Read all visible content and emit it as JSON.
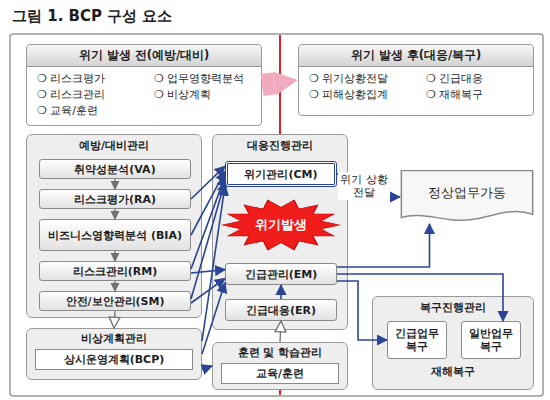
{
  "diagram": {
    "title": "그림 1. BCP 구성 요소",
    "nodes": [
      {
        "text": [
          "위기 발생 전(예방/대비)",
          "❍ 리스크평가",
          "❍ 업무영향력분석",
          "❍ 리스크관리",
          "❍ 비상계획",
          "❍ 교육/훈련"
        ]
      },
      {
        "text": [
          "위기 발생 후(대응/복구)",
          "❍ 위기상황전달",
          "❍ 긴급대응",
          "❍ 피해상황집계",
          "❍ 재해복구"
        ]
      },
      {
        "text": [
          "예방/대비관리"
        ]
      },
      {
        "text": [
          "취약성분석(VA)"
        ],
        "in": 2
      },
      {
        "text": [
          "리스크평가(RA)"
        ],
        "in": 2
      },
      {
        "text": [
          "비즈니스영향력분석 (BIA)"
        ],
        "in": 2
      },
      {
        "text": [
          "리스크관리(RM)"
        ],
        "in": 2
      },
      {
        "text": [
          "안전/보안관리(SM)"
        ],
        "in": 2
      },
      {
        "text": [
          "비상계획관리",
          "상시운영계획(BCP)"
        ]
      },
      {
        "text": [
          "대응진행관리"
        ]
      },
      {
        "text": [
          "위기관리(CM)"
        ],
        "in": 9
      },
      {
        "text": [
          "위기발생"
        ],
        "in": 9
      },
      {
        "text": [
          "긴급관리(EM)"
        ],
        "in": 9
      },
      {
        "text": [
          "긴급대응(ER)"
        ],
        "in": 9
      },
      {
        "text": [
          "훈련 및 학습관리",
          "교육/훈련"
        ]
      },
      {
        "text": [
          "정상업무가동"
        ]
      },
      {
        "text": [
          "복구진행관리",
          "재해복구"
        ]
      },
      {
        "text": [
          "긴급업무복구"
        ],
        "in": 16
      },
      {
        "text": [
          "일반업무복구"
        ],
        "in": 16
      }
    ],
    "edges": [
      {
        "from": 0,
        "to": 1,
        "arrow": "to"
      },
      {
        "from": 3,
        "to": 4,
        "arrow": "to"
      },
      {
        "from": 4,
        "to": 5,
        "arrow": "to"
      },
      {
        "from": 5,
        "to": 6,
        "arrow": "to"
      },
      {
        "from": 6,
        "to": 7,
        "arrow": "to"
      },
      {
        "from": 7,
        "to": 8,
        "arrow": "to"
      },
      {
        "from": 4,
        "to": 10,
        "arrow": "to"
      },
      {
        "from": 5,
        "to": 10,
        "arrow": "to"
      },
      {
        "from": 6,
        "to": 10,
        "arrow": "to"
      },
      {
        "from": 7,
        "to": 10,
        "arrow": "to"
      },
      {
        "from": 6,
        "to": 12,
        "arrow": "to"
      },
      {
        "from": 7,
        "to": 12,
        "arrow": "to"
      },
      {
        "from": 8,
        "to": 10,
        "arrow": "to"
      },
      {
        "from": 8,
        "to": 12,
        "arrow": "to"
      },
      {
        "from": 8,
        "to": 14,
        "arrow": "to"
      },
      {
        "from": 14,
        "to": 13,
        "arrow": "to"
      },
      {
        "from": 13,
        "to": 12,
        "arrow": "to"
      },
      {
        "from": 10,
        "to": 15,
        "label": "위기 상황 전달",
        "arrow": "to"
      },
      {
        "from": 12,
        "to": 15,
        "arrow": "to"
      },
      {
        "from": 12,
        "to": 17,
        "arrow": "to"
      },
      {
        "from": 12,
        "to": 18,
        "arrow": "to"
      }
    ]
  }
}
